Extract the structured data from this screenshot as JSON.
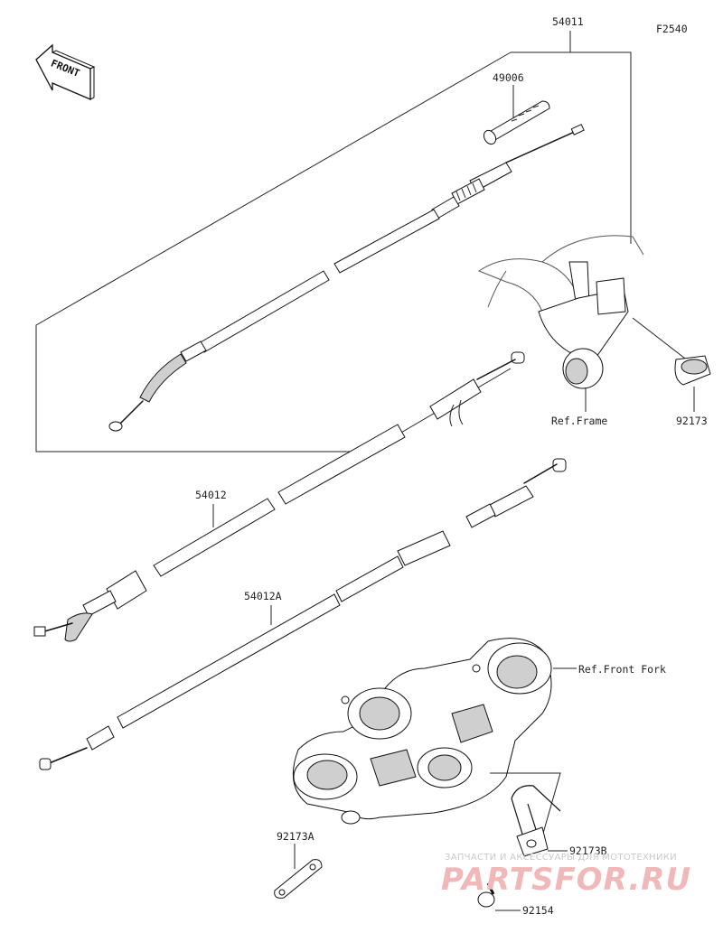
{
  "diagram_code": "F2540",
  "front_label": "FRONT",
  "parts": {
    "p54011": "54011",
    "p49006": "49006",
    "p54012": "54012",
    "p54012a": "54012A",
    "p92173": "92173",
    "p92173a": "92173A",
    "p92173b": "92173B",
    "p92154": "92154"
  },
  "refs": {
    "frame": "Ref.Frame",
    "front_fork": "Ref.Front Fork"
  },
  "watermark": {
    "line1": "ЗАПЧАСТИ И АКСЕССУАРЫ ДЛЯ МОТОТЕХНИКИ",
    "line2": "PARTSFOR.RU"
  }
}
